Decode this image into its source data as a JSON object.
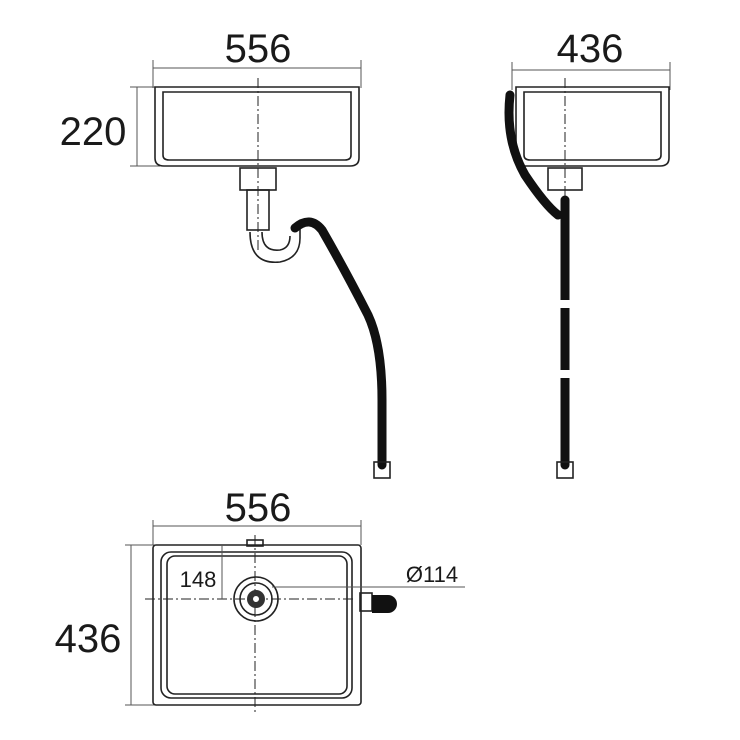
{
  "front_view": {
    "width_label": "556",
    "height_label": "220"
  },
  "side_view": {
    "depth_label": "436"
  },
  "top_view": {
    "width_label": "556",
    "depth_label": "436",
    "drain_offset_label": "148",
    "drain_diameter_label": "Ø114"
  },
  "colors": {
    "line": "#222222",
    "background": "#ffffff"
  }
}
